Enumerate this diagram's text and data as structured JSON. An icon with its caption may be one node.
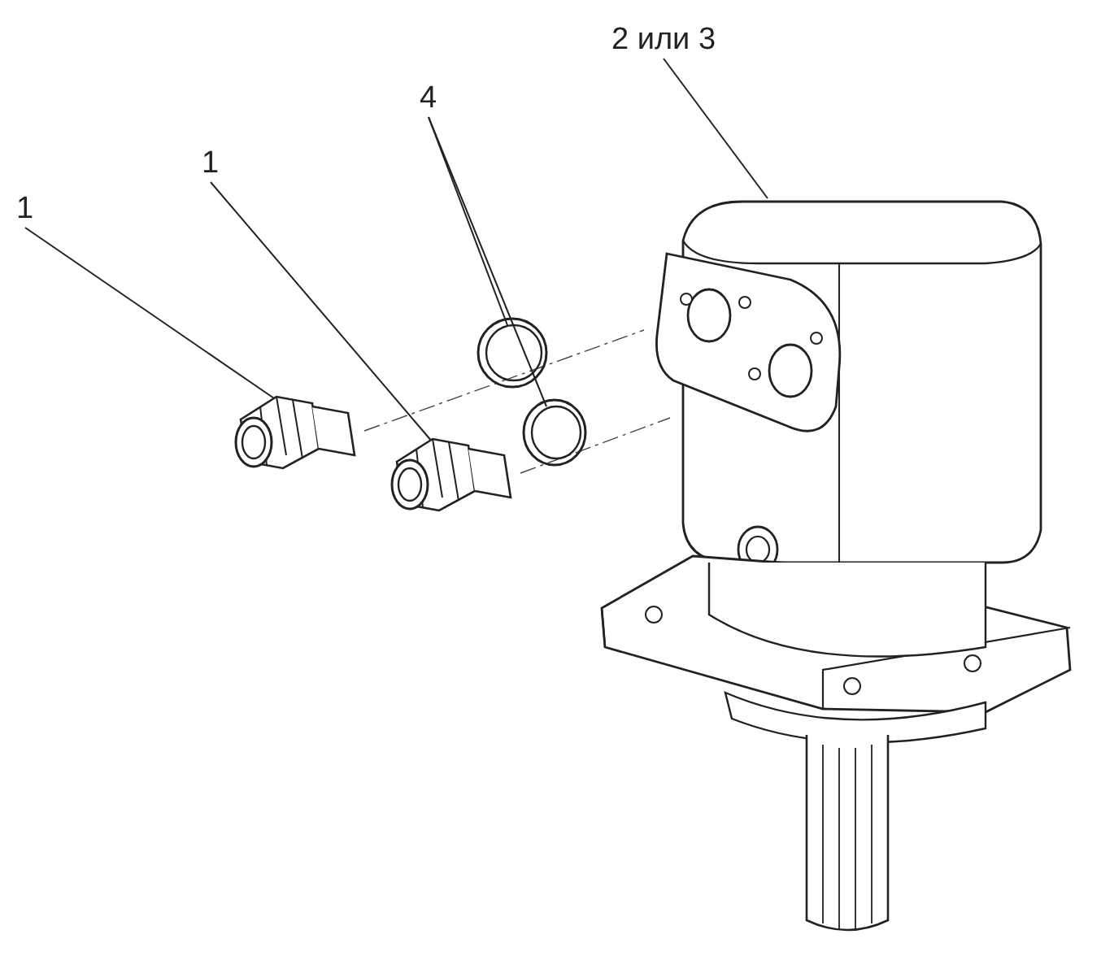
{
  "diagram": {
    "nodes": [
      {
        "text": [
          "1"
        ]
      },
      {
        "text": [
          "1"
        ]
      },
      {
        "text": [
          "4"
        ]
      },
      {
        "text": [
          "2 или 3"
        ]
      },
      {
        "text": [],
        "shape": "picture"
      },
      {
        "text": [],
        "shape": "picture"
      },
      {
        "text": [],
        "shape": "picture"
      },
      {
        "text": [],
        "shape": "picture"
      },
      {
        "text": [],
        "shape": "picture"
      }
    ],
    "edges": [
      {
        "from": 0,
        "to": 4,
        "arrow": "none"
      },
      {
        "from": 1,
        "to": 5,
        "arrow": "none"
      },
      {
        "from": 2,
        "to": 6,
        "arrow": "none"
      },
      {
        "from": 2,
        "to": 7,
        "arrow": "none"
      },
      {
        "from": 3,
        "to": 8,
        "arrow": "none"
      }
    ]
  }
}
